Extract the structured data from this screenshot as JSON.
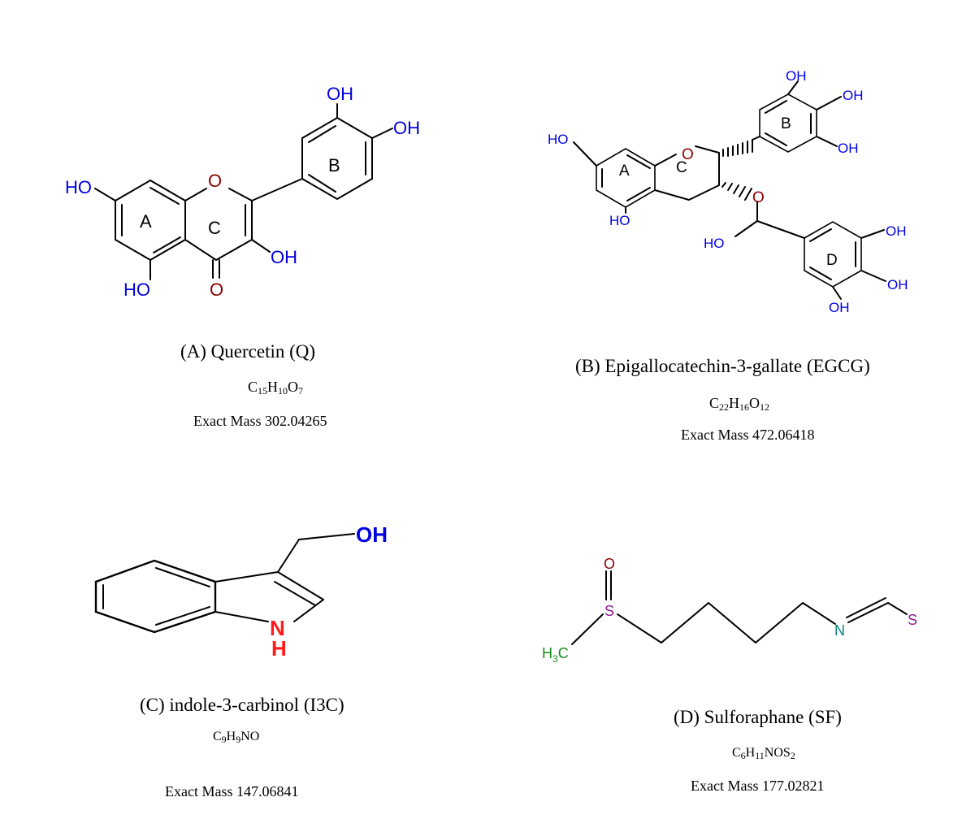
{
  "molecules": [
    {
      "name": "(A)  Quercetin  (Q)",
      "formula": [
        [
          "C",
          "15"
        ],
        [
          "H",
          "10"
        ],
        [
          "O",
          "7"
        ]
      ],
      "mass": "Exact Mass 302.04265",
      "ring_labels": [
        "A",
        "B",
        "C"
      ],
      "atoms": [
        "HO",
        "HO",
        "O",
        "O",
        "OH",
        "OH",
        "OH"
      ]
    },
    {
      "name": "(B)  Epigallocatechin-3-gallate (EGCG)",
      "formula": [
        [
          "C",
          "22"
        ],
        [
          "H",
          "16"
        ],
        [
          "O",
          "12"
        ]
      ],
      "mass": "Exact Mass 472.06418",
      "ring_labels": [
        "A",
        "B",
        "C",
        "D"
      ],
      "atoms": [
        "HO",
        "HO",
        "O",
        "O",
        "HO",
        "OH",
        "OH",
        "OH",
        "OH",
        "OH",
        "OH"
      ]
    },
    {
      "name": "(C)   indole-3-carbinol (I3C)",
      "formula": [
        [
          "C",
          "9"
        ],
        [
          "H",
          "9"
        ],
        [
          "NO",
          ""
        ]
      ],
      "mass": "Exact Mass 147.06841",
      "atoms": [
        "OH",
        "N",
        "H"
      ]
    },
    {
      "name": "(D) Sulforaphane (SF)",
      "formula": [
        [
          "C",
          "6"
        ],
        [
          "H",
          "11"
        ],
        [
          "NOS",
          "2"
        ]
      ],
      "mass": "Exact Mass 177.02821",
      "atoms": [
        "O",
        "S",
        "H3C",
        "N",
        "S"
      ]
    }
  ],
  "colors": {
    "oxygen": "#8b0000",
    "hydroxyl": "#0000e0",
    "nitrogen_indole": "#ff1a1a",
    "sulfur": "#8b1a8b",
    "nitrogen": "#0a7f7f",
    "methyl": "#1a8a1a"
  }
}
